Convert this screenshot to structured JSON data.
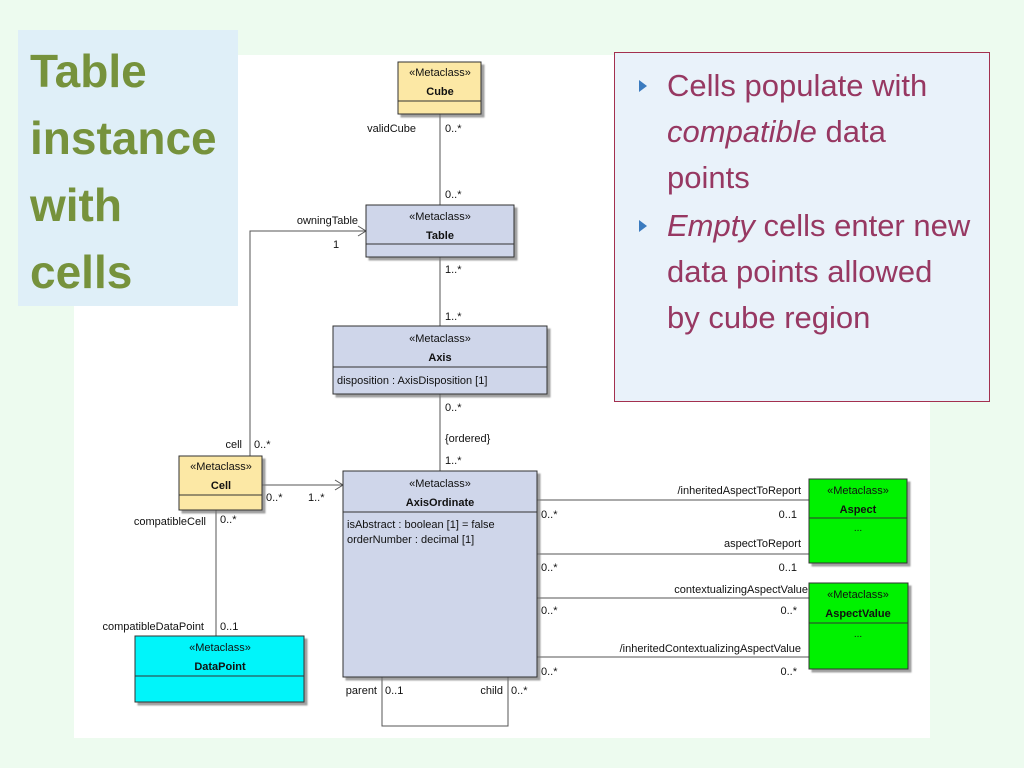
{
  "slide": {
    "title_lines": [
      "Table",
      "instance",
      "with",
      "cells"
    ]
  },
  "bullets": [
    {
      "italic_prefix": "",
      "text_before": "Cells populate with ",
      "italic": "compatible",
      "text_after": " data points"
    },
    {
      "italic_prefix": "Empty",
      "text_before": "  cells enter new data points allowed by cube region",
      "italic": "",
      "text_after": ""
    }
  ],
  "stereotype": "«Metaclass»",
  "classes": {
    "cube": {
      "name": "Cube",
      "color": "#fce8a5"
    },
    "table": {
      "name": "Table",
      "color": "#cfd6ea"
    },
    "axis": {
      "name": "Axis",
      "attributes": [
        "disposition : AxisDisposition [1]"
      ],
      "color": "#cfd6ea"
    },
    "cell": {
      "name": "Cell",
      "color": "#fce8a5"
    },
    "axis_ordinate": {
      "name": "AxisOrdinate",
      "attributes": [
        "isAbstract : boolean [1] = false",
        "orderNumber : decimal [1]"
      ],
      "color": "#cfd6ea"
    },
    "datapoint": {
      "name": "DataPoint",
      "color": "#00f5fa"
    },
    "aspect": {
      "name": "Aspect",
      "extra": "...",
      "color": "#00f200"
    },
    "aspect_value": {
      "name": "AspectValue",
      "extra": "...",
      "color": "#00f200"
    }
  },
  "labels": {
    "validCube": "validCube",
    "validCube_mult": "0..*",
    "cube_table_mult": "0..*",
    "owningTable": "owningTable",
    "owningTable_mult": "1",
    "table_axis_top": "1..*",
    "table_axis_bottom": "1..*",
    "axis_ord_top": "0..*",
    "ordered": "{ordered}",
    "axis_ord_bottom": "1..*",
    "cell": "cell",
    "cell_mult": "0..*",
    "cell_ord_left": "0..*",
    "cell_ord_right": "1..*",
    "compatibleCell": "compatibleCell",
    "compatibleCell_mult": "0..*",
    "compatibleDataPoint": "compatibleDataPoint",
    "compatibleDataPoint_mult": "0..1",
    "inheritedAspectToReport": "/inheritedAspectToReport",
    "inh_aspect_left": "0..*",
    "inh_aspect_right": "0..1",
    "aspectToReport": "aspectToReport",
    "aspect_left": "0..*",
    "aspect_right": "0..1",
    "contextualizingAspectValue": "contextualizingAspectValue",
    "ctx_left": "0..*",
    "ctx_right": "0..*",
    "inheritedContextualizingAspectValue": "/inheritedContextualizingAspectValue",
    "inh_ctx_left": "0..*",
    "inh_ctx_right": "0..*",
    "parent": "parent",
    "parent_mult": "0..1",
    "child": "child",
    "child_mult": "0..*"
  }
}
